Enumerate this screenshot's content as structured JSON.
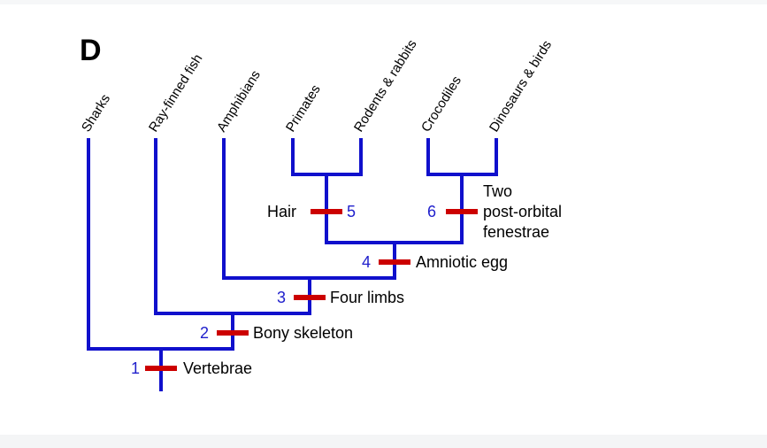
{
  "panel_label": "D",
  "colors": {
    "branch": "#1010cc",
    "trait_mark": "#cc0000",
    "number": "#2020cc",
    "text": "#000000"
  },
  "taxa": [
    "Sharks",
    "Ray-finned fish",
    "Amphibians",
    "Primates",
    "Rodents & rabbits",
    "Crocodiles",
    "Dinosaurs & birds"
  ],
  "traits": [
    {
      "number": "1",
      "label": "Vertebrae"
    },
    {
      "number": "2",
      "label": "Bony skeleton"
    },
    {
      "number": "3",
      "label": "Four limbs"
    },
    {
      "number": "4",
      "label": "Amniotic egg"
    },
    {
      "number": "5",
      "label": "Hair"
    },
    {
      "number": "6",
      "label_lines": [
        "Two",
        "post-orbital",
        "fenestrae"
      ]
    }
  ]
}
